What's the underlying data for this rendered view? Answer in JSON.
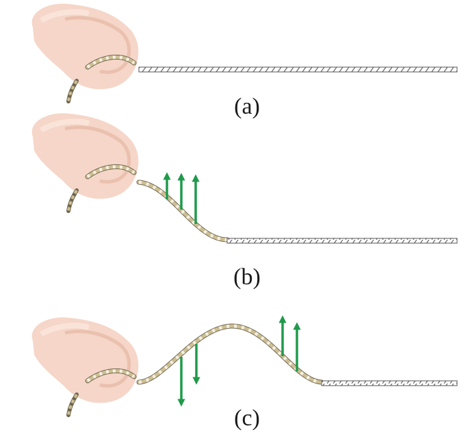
{
  "panels": [
    {
      "label": "(a)",
      "pulse": "none",
      "arrows": []
    },
    {
      "label": "(b)",
      "pulse": "leading-edge",
      "arrows": [
        "up",
        "up",
        "up"
      ]
    },
    {
      "label": "(c)",
      "pulse": "full-crest",
      "arrows": [
        "down",
        "down",
        "up",
        "up"
      ]
    }
  ],
  "colors": {
    "arrow": "#1f9a4a",
    "rope_fill": "#cdbf93",
    "rope_stripe": "#f4efdf",
    "rope_outline": "#6f6650",
    "straight_rope_stroke": "#555555",
    "skin": "#f4d2c2",
    "skin_shadow": "#e6b7a4",
    "skin_highlight": "#fbe7dd"
  },
  "icons": {
    "hand": "hand-gripping-rope-icon",
    "arrow_up": "arrow-up-icon",
    "arrow_down": "arrow-down-icon"
  }
}
